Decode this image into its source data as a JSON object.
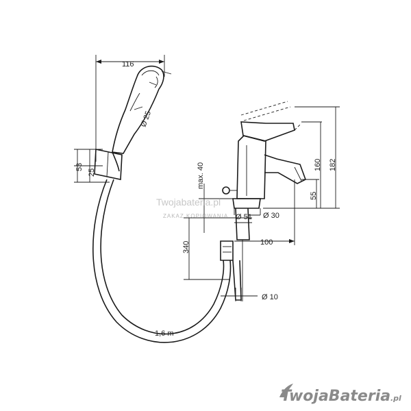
{
  "dimensions": {
    "width_116": "116",
    "diameter_25": "Ø 25",
    "height_53": "53",
    "height_25": "25",
    "max_40": "max. 40",
    "diameter_51": "Ø 51",
    "diameter_30": "Ø 30",
    "height_340": "340",
    "reach_100": "100",
    "height_55": "55",
    "height_160": "160",
    "height_182": "182",
    "diameter_10": "Ø 10",
    "hose_length": "1,6 m"
  },
  "watermark": {
    "site": "Twojabateria.pl",
    "notice": "ZAKAZ KOPIOWANIA"
  },
  "logo": {
    "brand": "TwojaBateria",
    "suffix": ".pl"
  }
}
